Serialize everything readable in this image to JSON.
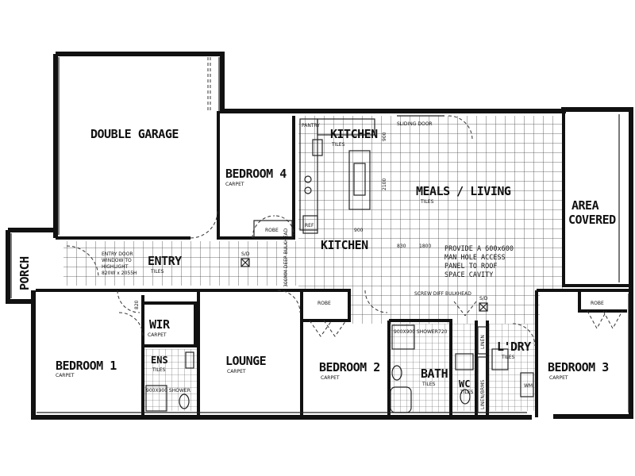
{
  "rooms": {
    "double_garage": "DOUBLE GARAGE",
    "bedroom4": {
      "name": "BEDROOM 4",
      "finish": "CARPET"
    },
    "kitchen_top": {
      "name": "KITCHEN",
      "finish": "TILES"
    },
    "kitchen_mid": "KITCHEN",
    "meals_living": {
      "name": "MEALS / LIVING",
      "finish": "TILES"
    },
    "area_covered_1": "AREA",
    "area_covered_2": "COVERED",
    "entry": {
      "name": "ENTRY",
      "finish": "TILES"
    },
    "porch": "PORCH",
    "bedroom1": {
      "name": "BEDROOM 1",
      "finish": "CARPET"
    },
    "wir": {
      "name": "WIR",
      "finish": "CARPET"
    },
    "ens": {
      "name": "ENS",
      "finish": "TILES"
    },
    "lounge": {
      "name": "LOUNGE",
      "finish": "CARPET"
    },
    "bedroom2": {
      "name": "BEDROOM 2",
      "finish": "CARPET"
    },
    "bath": {
      "name": "BATH",
      "finish": "TILES"
    },
    "wc": {
      "name": "WC",
      "finish": "TILES"
    },
    "ldry": {
      "name": "L'DRY",
      "finish": "TILES"
    },
    "bedroom3": {
      "name": "BEDROOM 3",
      "finish": "CARPET"
    }
  },
  "labels": {
    "robe": "ROBE",
    "pantry": "PANTRY",
    "sliding_door": "SLIDING DOOR",
    "ref": "REF",
    "linen": "LINEN",
    "linen_brms": "LINEN/BRMS",
    "wm": "WM",
    "sd": "S/D",
    "shower_ens": "900X900 SHOWER",
    "shower_bath": "900X900 SHOWER",
    "entry_door_1": "ENTRY DOOR",
    "entry_door_2": "WINDOW TO",
    "entry_door_3": "HIGHLIGHT",
    "entry_door_4": "820W x 2055H",
    "bulkhead": "SCREW DIFF BULKHEAD",
    "bulkhead_v": "300MM DEEP BULKHEAD"
  },
  "notes": {
    "manhole_1": "PROVIDE A 600x600",
    "manhole_2": "MAN HOLE ACCESS",
    "manhole_3": "PANEL TO ROOF",
    "manhole_4": "SPACE CAVITY"
  },
  "dimensions": {
    "d900_top": "900",
    "d2100": "2100",
    "d900_kitchen": "900",
    "d830": "830",
    "d1800": "1800",
    "d820": "820",
    "d720": "720"
  }
}
